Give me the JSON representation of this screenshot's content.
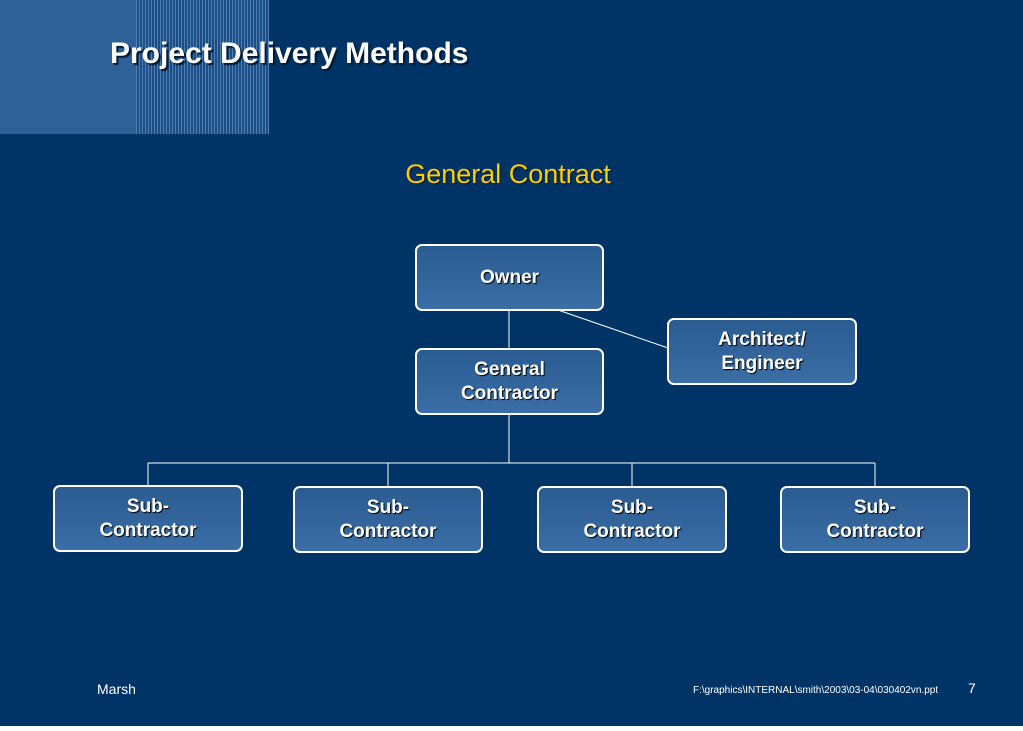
{
  "slide": {
    "title": "Project Delivery Methods",
    "subtitle": "General Contract"
  },
  "diagram": {
    "owner": "Owner",
    "architect": "Architect/\nEngineer",
    "general_contractor": "General\nContractor",
    "subcontractors": [
      "Sub-\nContractor",
      "Sub-\nContractor",
      "Sub-\nContractor",
      "Sub-\nContractor"
    ]
  },
  "footer": {
    "author": "Marsh",
    "file_path": "F:\\graphics\\INTERNAL\\smith\\2003\\03-04\\030402vn.ppt",
    "page_number": "7"
  },
  "colors": {
    "background": "#003366",
    "subtitle": "#ffcc00",
    "box_fill": "#2a5b91"
  }
}
